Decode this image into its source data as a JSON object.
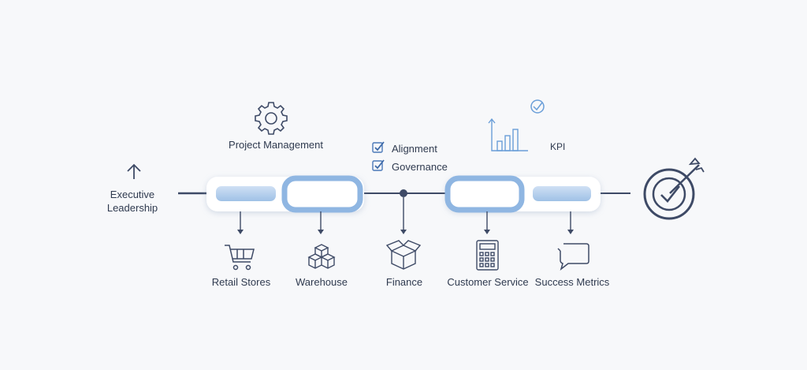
{
  "leftTop": {
    "label": "Project Management",
    "icon": "gear-icon"
  },
  "leftSide": {
    "line1": "Executive",
    "line2": "Leadership",
    "icon": "arrow-up-icon"
  },
  "checks": [
    {
      "label": "Alignment",
      "icon": "checkbox-icon"
    },
    {
      "label": "Governance",
      "icon": "checkbox-icon"
    }
  ],
  "kpi": {
    "label": "KPI",
    "icons": [
      "bar-chart-icon",
      "check-circle-icon"
    ]
  },
  "goal": {
    "icon": "target-arrow-icon"
  },
  "bottom": [
    {
      "label": "Retail Stores",
      "icon": "shopping-cart-icon"
    },
    {
      "label": "Warehouse",
      "icon": "boxes-icon"
    },
    {
      "label": "Finance",
      "icon": "open-box-icon"
    },
    {
      "label": "Customer Service",
      "icon": "calculator-icon"
    },
    {
      "label": "Success Metrics",
      "icon": "chat-bubble-icon"
    }
  ],
  "colors": {
    "line": "#3e4a66",
    "accent": "#6a9ed8",
    "accentLight": "#b9d2ee",
    "text": "#2f3a4f"
  }
}
